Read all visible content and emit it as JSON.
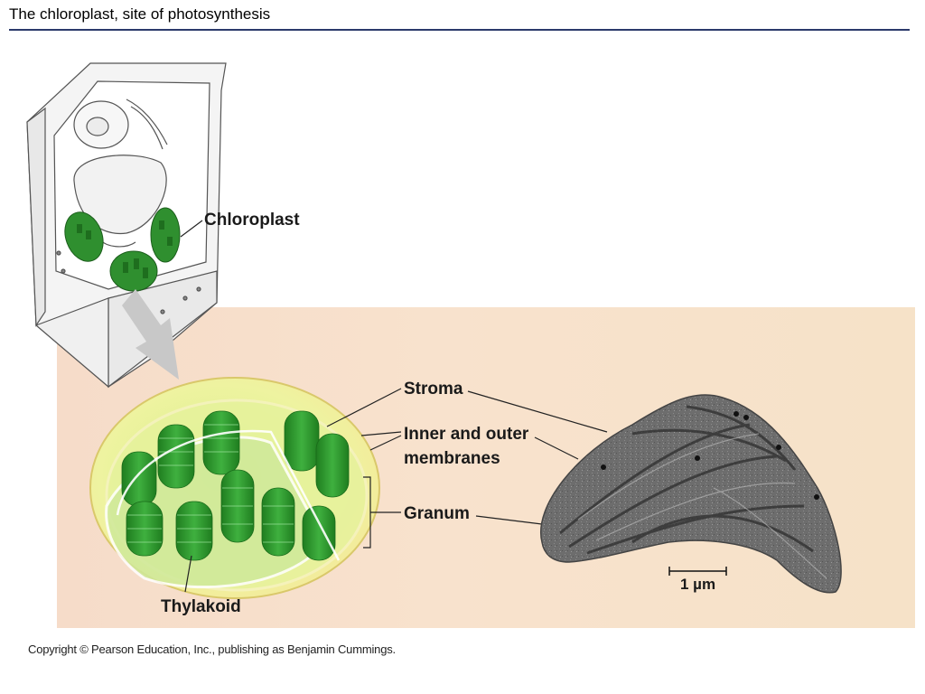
{
  "title": "The chloroplast, site of photosynthesis",
  "labels": {
    "chloroplast": "Chloroplast",
    "stroma": "Stroma",
    "membranes_line1": "Inner and outer",
    "membranes_line2": "membranes",
    "granum": "Granum",
    "thylakoid": "Thylakoid",
    "scale_bar": "1 µm"
  },
  "copyright": "Copyright © Pearson Education, Inc., publishing as Benjamin Cummings.",
  "colors": {
    "title_rule": "#2b3a6b",
    "panel": "#f7dfca",
    "chloroplast_green": "#2e9a2e",
    "envelope_yellow": "#f2ef9a"
  }
}
